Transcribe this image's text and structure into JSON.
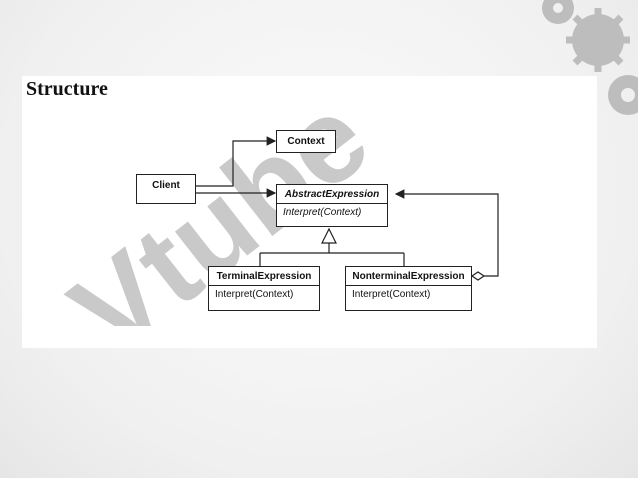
{
  "slide": {
    "title": "Structure",
    "watermark_text": "Vtube"
  },
  "diagram": {
    "classes": {
      "context": {
        "name": "Context"
      },
      "client": {
        "name": "Client"
      },
      "abstract_expression": {
        "name": "AbstractExpression",
        "operation": "Interpret(Context)"
      },
      "terminal_expression": {
        "name": "TerminalExpression",
        "operation": "Interpret(Context)"
      },
      "nonterminal_expression": {
        "name": "NonterminalExpression",
        "operation": "Interpret(Context)"
      }
    }
  },
  "colors": {
    "line": "#222222",
    "watermark": "#bdbdbd",
    "gear": "#b8b8b8"
  }
}
